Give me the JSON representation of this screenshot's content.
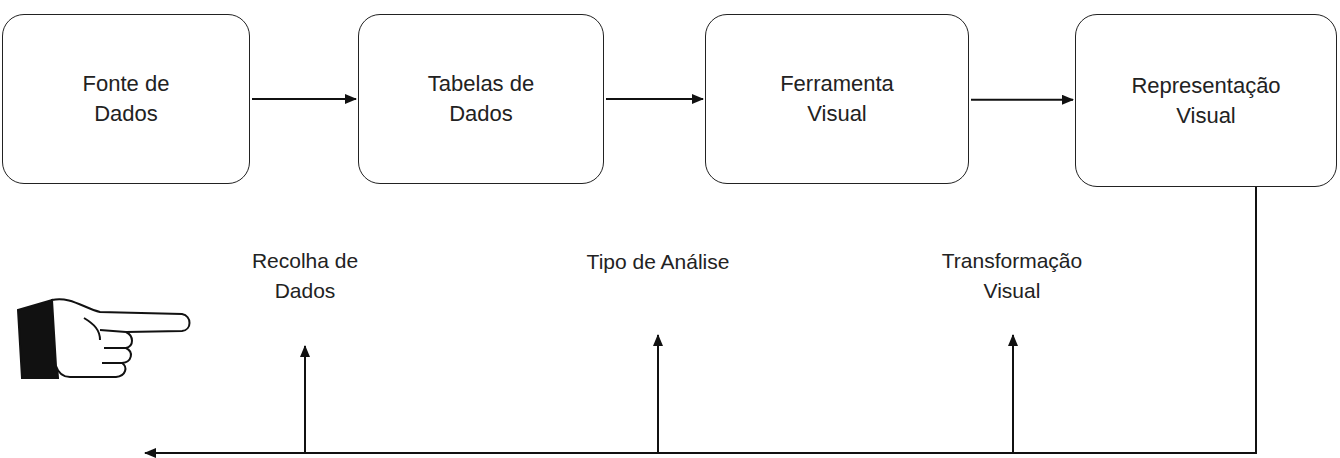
{
  "diagram": {
    "nodes": [
      {
        "text": [
          "Fonte de Dados"
        ]
      },
      {
        "text": [
          "Tabelas de Dados"
        ]
      },
      {
        "text": [
          "Ferramenta Visual"
        ]
      },
      {
        "text": [
          "Representação Visual"
        ]
      }
    ],
    "edges": [
      {
        "from": 0,
        "to": 1,
        "arrow": "to"
      },
      {
        "from": 1,
        "to": 2,
        "arrow": "to"
      },
      {
        "from": 2,
        "to": 3,
        "arrow": "to"
      }
    ],
    "labels": [
      "Recolha de Dados",
      "Tipo de Análise",
      "Transformação Visual"
    ]
  }
}
